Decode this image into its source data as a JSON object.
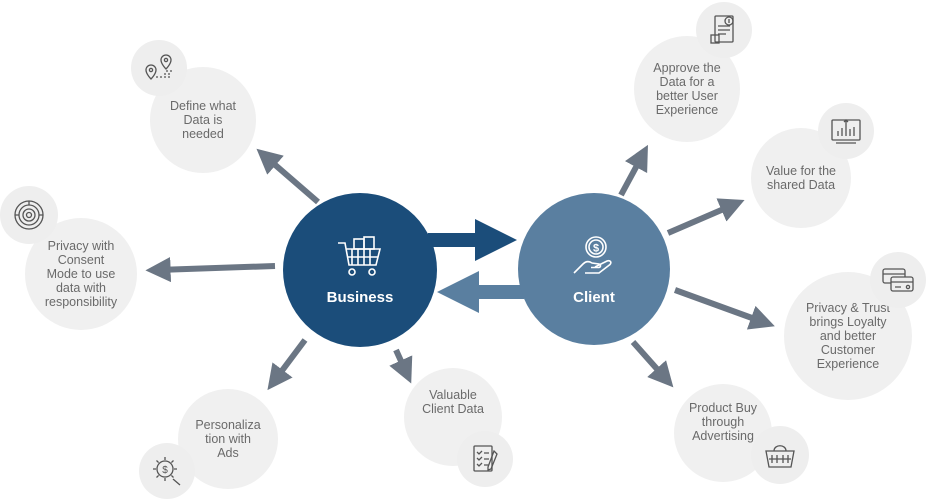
{
  "colors": {
    "business": "#1b4d7a",
    "client": "#5a7fa0",
    "arrow": "#6b7684",
    "bubble": "#f0f0f0",
    "text": "#6a6a6a"
  },
  "hubs": {
    "business": {
      "label": "Business",
      "icon": "shopping-cart-icon"
    },
    "client": {
      "label": "Client",
      "icon": "hand-coin-icon"
    }
  },
  "business_nodes": [
    {
      "label": "Define what\nData is\nneeded",
      "icon": "map-pin-route-icon"
    },
    {
      "label": "Privacy with\nConsent\nMode to use\ndata with\nresponsibility",
      "icon": "fingerprint-icon"
    },
    {
      "label": "Personaliza\ntion with\nAds",
      "icon": "gear-dollar-icon"
    },
    {
      "label": "Valuable\nClient Data",
      "icon": "checklist-icon"
    }
  ],
  "client_nodes": [
    {
      "label": "Approve the\nData for a\nbetter User\nExperience",
      "icon": "document-dollar-icon"
    },
    {
      "label": "Value for the\nshared Data",
      "icon": "growth-chart-icon"
    },
    {
      "label": "Privacy & Trust\nbrings Loyalty\nand better\nCustomer\nExperience",
      "icon": "credit-cards-icon"
    },
    {
      "label": "Product Buy\nthrough\nAdvertising",
      "icon": "shopping-basket-icon"
    }
  ]
}
